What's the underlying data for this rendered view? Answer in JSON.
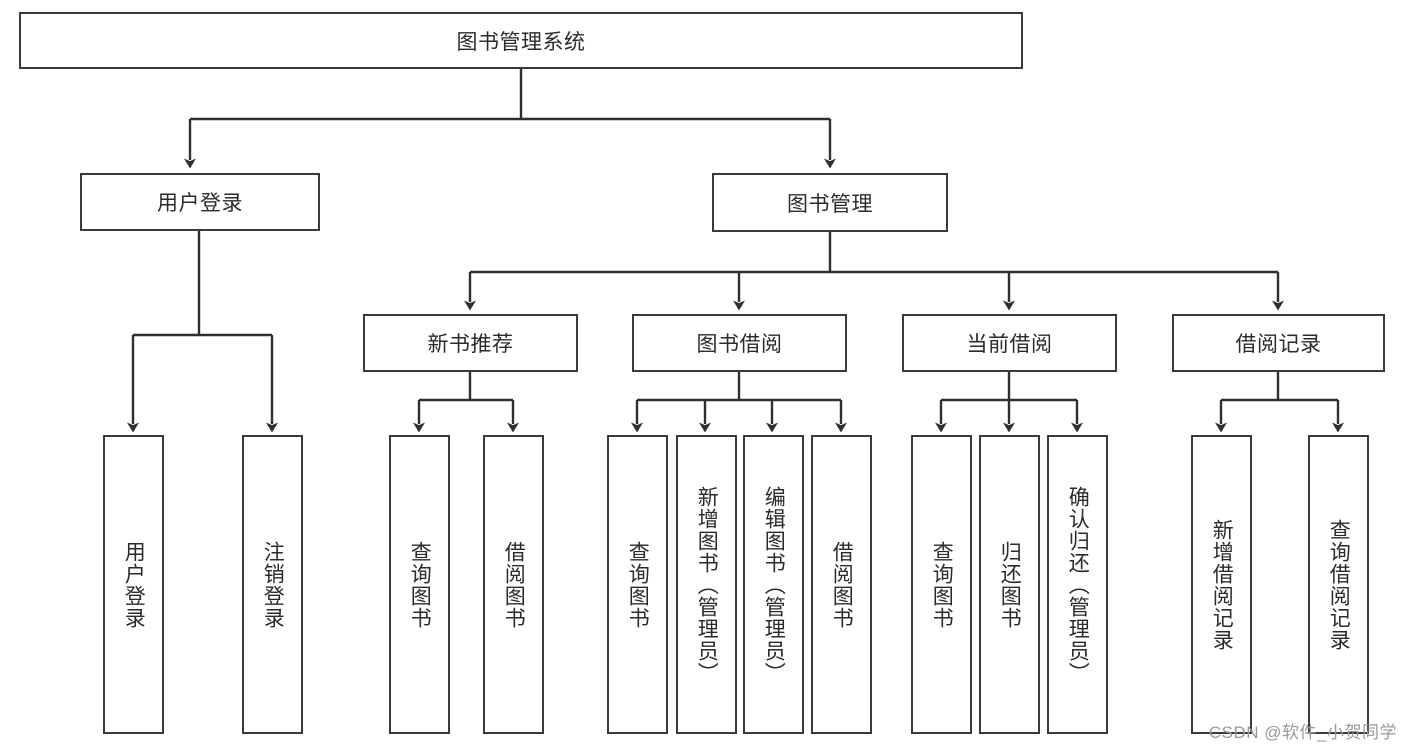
{
  "diagram": {
    "type": "tree-hierarchy",
    "title": "图书管理系统",
    "root": {
      "label": "图书管理系统"
    },
    "level1": [
      {
        "label": "用户登录"
      },
      {
        "label": "图书管理"
      }
    ],
    "level2": [
      {
        "label": "新书推荐"
      },
      {
        "label": "图书借阅"
      },
      {
        "label": "当前借阅"
      },
      {
        "label": "借阅记录"
      }
    ],
    "leaves": {
      "user_login": [
        {
          "label": "用户登录"
        },
        {
          "label": "注销登录"
        }
      ],
      "new_book_recommend": [
        {
          "label": "查询图书"
        },
        {
          "label": "借阅图书"
        }
      ],
      "book_borrow": [
        {
          "label": "查询图书"
        },
        {
          "label": "新增图书（管理员）"
        },
        {
          "label": "编辑图书（管理员）"
        },
        {
          "label": "借阅图书"
        }
      ],
      "current_borrow": [
        {
          "label": "查询图书"
        },
        {
          "label": "归还图书"
        },
        {
          "label": "确认归还（管理员）"
        }
      ],
      "borrow_record": [
        {
          "label": "新增借阅记录"
        },
        {
          "label": "查询借阅记录"
        }
      ]
    }
  },
  "watermark": {
    "text": "CSDN @软件_小贺同学"
  },
  "colors": {
    "box_border": "#3a3a3a",
    "connector": "#2f2f2f",
    "text": "#2b2b2b",
    "background": "#ffffff",
    "watermark": "#9a9a9a"
  }
}
